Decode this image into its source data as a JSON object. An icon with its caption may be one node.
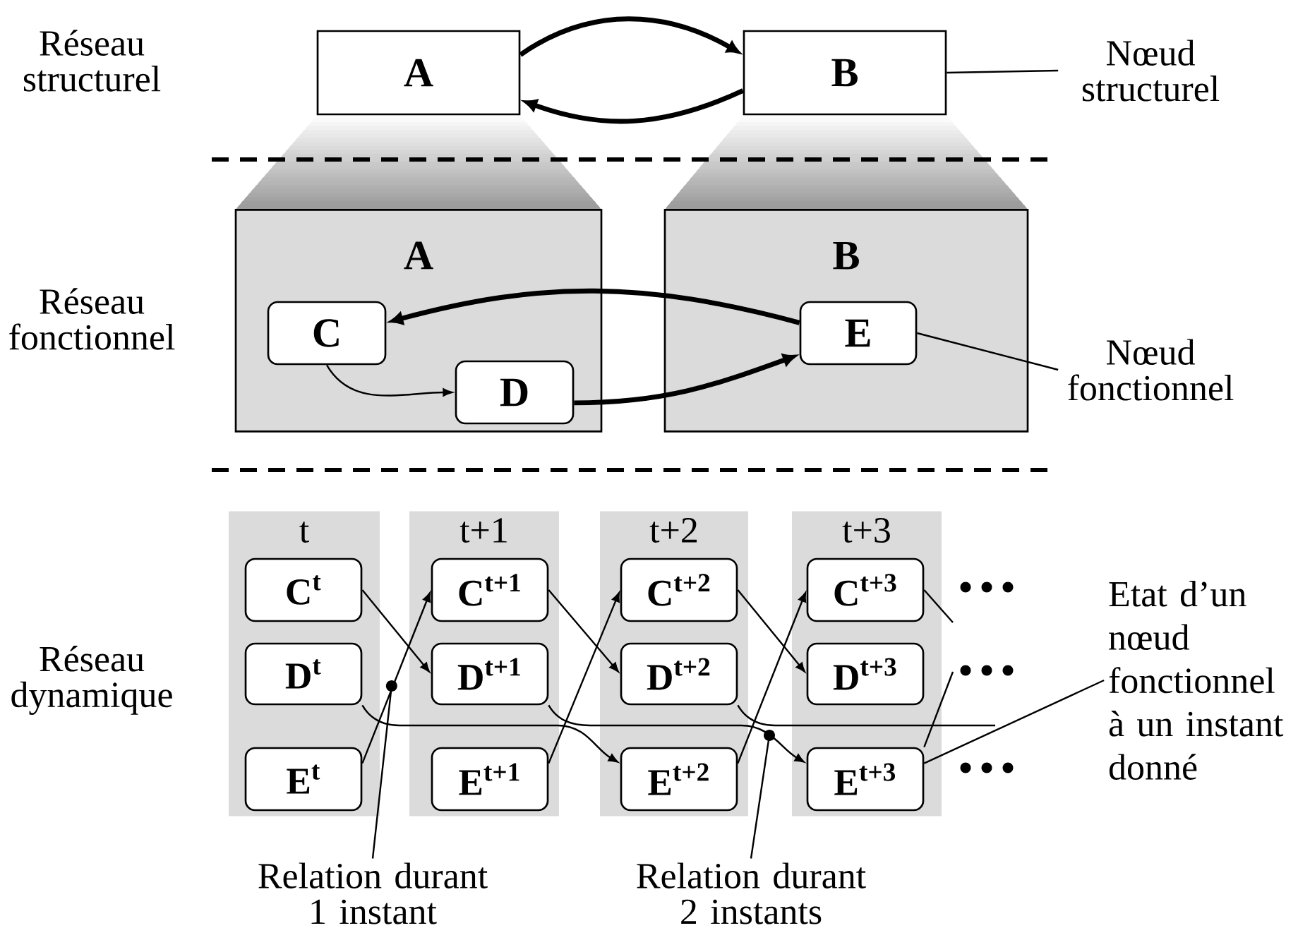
{
  "diagram": {
    "nodes": [
      {
        "text": [
          "A"
        ]
      },
      {
        "text": [
          "B"
        ]
      },
      {
        "text": [
          "A"
        ]
      },
      {
        "text": [
          "B"
        ]
      },
      {
        "text": [
          "C"
        ],
        "in": 2
      },
      {
        "text": [
          "D"
        ],
        "in": 2
      },
      {
        "text": [
          "E"
        ],
        "in": 3
      },
      {
        "text": [
          "t"
        ]
      },
      {
        "text": [
          "t+1"
        ]
      },
      {
        "text": [
          "t+2"
        ]
      },
      {
        "text": [
          "t+3"
        ]
      },
      {
        "text": [
          "C$^{t}$"
        ],
        "in": 7
      },
      {
        "text": [
          "D$^{t}$"
        ],
        "in": 7
      },
      {
        "text": [
          "E$^{t}$"
        ],
        "in": 7
      },
      {
        "text": [
          "C$^{t+1}$"
        ],
        "in": 8
      },
      {
        "text": [
          "D$^{t+1}$"
        ],
        "in": 8
      },
      {
        "text": [
          "E$^{t+1}$"
        ],
        "in": 8
      },
      {
        "text": [
          "C$^{t+2}$"
        ],
        "in": 9
      },
      {
        "text": [
          "D$^{t+2}$"
        ],
        "in": 9
      },
      {
        "text": [
          "E$^{t+2}$"
        ],
        "in": 9
      },
      {
        "text": [
          "C$^{t+3}$"
        ],
        "in": 10
      },
      {
        "text": [
          "D$^{t+3}$"
        ],
        "in": 10
      },
      {
        "text": [
          "E$^{t+3}$"
        ],
        "in": 10
      },
      {
        "text": [
          "Nœud structurel"
        ]
      },
      {
        "text": [
          "Nœud fonctionnel"
        ]
      },
      {
        "text": [
          "Etat d’un nœud fonctionnel à un instant donné"
        ]
      },
      {
        "text": [
          "Relation durant 1 instant"
        ]
      },
      {
        "text": [
          "Relation durant 2 instants"
        ]
      },
      {
        "text": [],
        "shape": "circle"
      },
      {
        "text": [],
        "shape": "circle"
      }
    ],
    "edges": [
      {
        "from": 0,
        "to": 1,
        "arrow": "to",
        "style": "thick"
      },
      {
        "from": 1,
        "to": 0,
        "arrow": "to",
        "style": "thick"
      },
      {
        "from": 4,
        "to": 5,
        "arrow": "to"
      },
      {
        "from": 5,
        "to": 6,
        "arrow": "to",
        "style": "thick"
      },
      {
        "from": 6,
        "to": 4,
        "arrow": "to",
        "style": "thick"
      },
      {
        "from": 11,
        "to": 15,
        "arrow": "to"
      },
      {
        "from": 13,
        "to": 14,
        "arrow": "to"
      },
      {
        "from": 12,
        "to": 19,
        "arrow": "to"
      },
      {
        "from": 14,
        "to": 18,
        "arrow": "to"
      },
      {
        "from": 16,
        "to": 17,
        "arrow": "to"
      },
      {
        "from": 15,
        "to": 22,
        "arrow": "to"
      },
      {
        "from": 17,
        "to": 21,
        "arrow": "to"
      },
      {
        "from": 19,
        "to": 20,
        "arrow": "to"
      },
      {
        "from": 18,
        "to": null,
        "arrow": "none"
      },
      {
        "from": 20,
        "to": null,
        "arrow": "none"
      },
      {
        "from": 22,
        "to": null,
        "arrow": "none"
      },
      {
        "from": 23,
        "to": 1,
        "arrow": "none"
      },
      {
        "from": 24,
        "to": 6,
        "arrow": "none"
      },
      {
        "from": 25,
        "to": 22,
        "arrow": "none"
      },
      {
        "from": 26,
        "to": 28,
        "arrow": "none"
      },
      {
        "from": 27,
        "to": 29,
        "arrow": "none"
      }
    ],
    "labels": [
      "Réseau structurel",
      "Réseau fonctionnel",
      "Réseau dynamique"
    ]
  }
}
